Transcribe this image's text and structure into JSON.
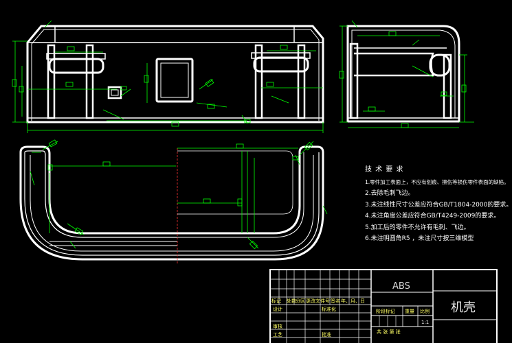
{
  "technical_requirements": {
    "title": "技 术 要 求",
    "items": [
      "1.零件加工表面上，不应有划痕、擦伤等损伤零件表面的缺陷。",
      "2.去除毛刺飞边。",
      "3.未注线性尺寸公差应符合GB/T1804-2000的要求。",
      "4.未注角度公差应符合GB/T4249-2009的要求。",
      "5.加工后的零件不允许有毛刺、飞边。",
      "6.未注明圆角R5 ，未注尺寸按三维模型"
    ]
  },
  "title_block": {
    "material": "ABS",
    "part_name": "机壳",
    "scale": "1:1",
    "labels": {
      "mark": "标记",
      "count": "处数",
      "zone": "分区",
      "change_doc": "更改文件号",
      "signature": "签名",
      "date": "年、月、日",
      "design": "设计",
      "standardize": "标准化",
      "stage_mark": "阶段标记",
      "weight": "重量",
      "ratio": "比例",
      "review": "审核",
      "process": "工艺",
      "approve": "批准",
      "sheets": "共   张   第   张"
    }
  },
  "colors": {
    "outline": "#ffffff",
    "dimension": "#00ff00",
    "hidden": "#c8c8c8",
    "accent": "#ff3333",
    "title_text": "#ffff66"
  }
}
